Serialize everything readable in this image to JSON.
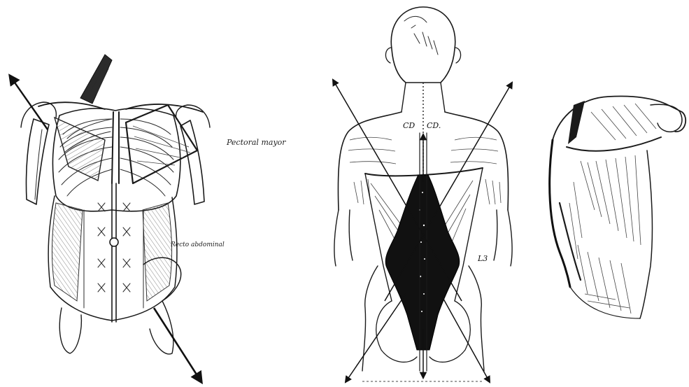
{
  "figure": {
    "background": "#ffffff",
    "ink_color": "#1a1a1a",
    "panels": [
      {
        "id": "anterior-trunk"
      },
      {
        "id": "posterior-back"
      },
      {
        "id": "shoulder-lateral"
      }
    ]
  },
  "labels": {
    "pectoral": "Pectoral mayor",
    "recto": "Recto abdominal",
    "cd_left": "CD",
    "cd_right": "CD.",
    "l3": "L3"
  }
}
